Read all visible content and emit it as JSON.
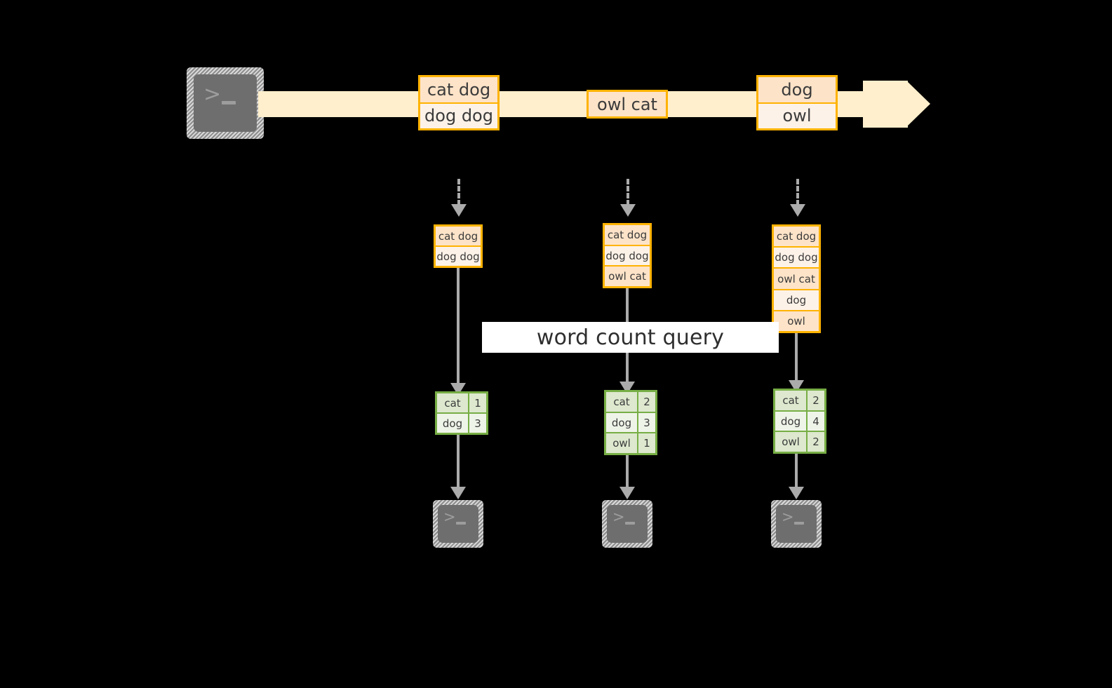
{
  "diagram": {
    "title_banner": "word count query",
    "colors": {
      "stream": "#FFEFCC",
      "record_border": "#FFB300",
      "record_fill_dark": "#FDE3C8",
      "record_fill_light": "#FDF2E8",
      "table_border": "#77AE45",
      "table_fill_dark": "#DDE8CE",
      "table_fill_light": "#EFF4E9",
      "connector": "#ABABAB",
      "terminal_screen": "#6E6E6E",
      "background": "#000000"
    },
    "source_terminal": {
      "icon": "terminal-icon",
      "glyph": ">"
    },
    "stream_events": [
      {
        "lines": [
          "cat dog",
          "dog dog"
        ]
      },
      {
        "lines": [
          "owl cat"
        ]
      },
      {
        "lines": [
          "dog",
          "owl"
        ]
      }
    ],
    "snapshots": [
      {
        "rows": [
          "cat dog",
          "dog dog"
        ],
        "result": {
          "words": [
            "cat",
            "dog"
          ],
          "counts": [
            "1",
            "3"
          ]
        },
        "sink": {
          "icon": "terminal-icon",
          "glyph": ">"
        }
      },
      {
        "rows": [
          "cat dog",
          "dog dog",
          "owl cat"
        ],
        "result": {
          "words": [
            "cat",
            "dog",
            "owl"
          ],
          "counts": [
            "2",
            "3",
            "1"
          ]
        },
        "sink": {
          "icon": "terminal-icon",
          "glyph": ">"
        }
      },
      {
        "rows": [
          "cat dog",
          "dog dog",
          "owl cat",
          "dog",
          "owl"
        ],
        "result": {
          "words": [
            "cat",
            "dog",
            "owl"
          ],
          "counts": [
            "2",
            "4",
            "2"
          ]
        },
        "sink": {
          "icon": "terminal-icon",
          "glyph": ">"
        }
      }
    ]
  }
}
